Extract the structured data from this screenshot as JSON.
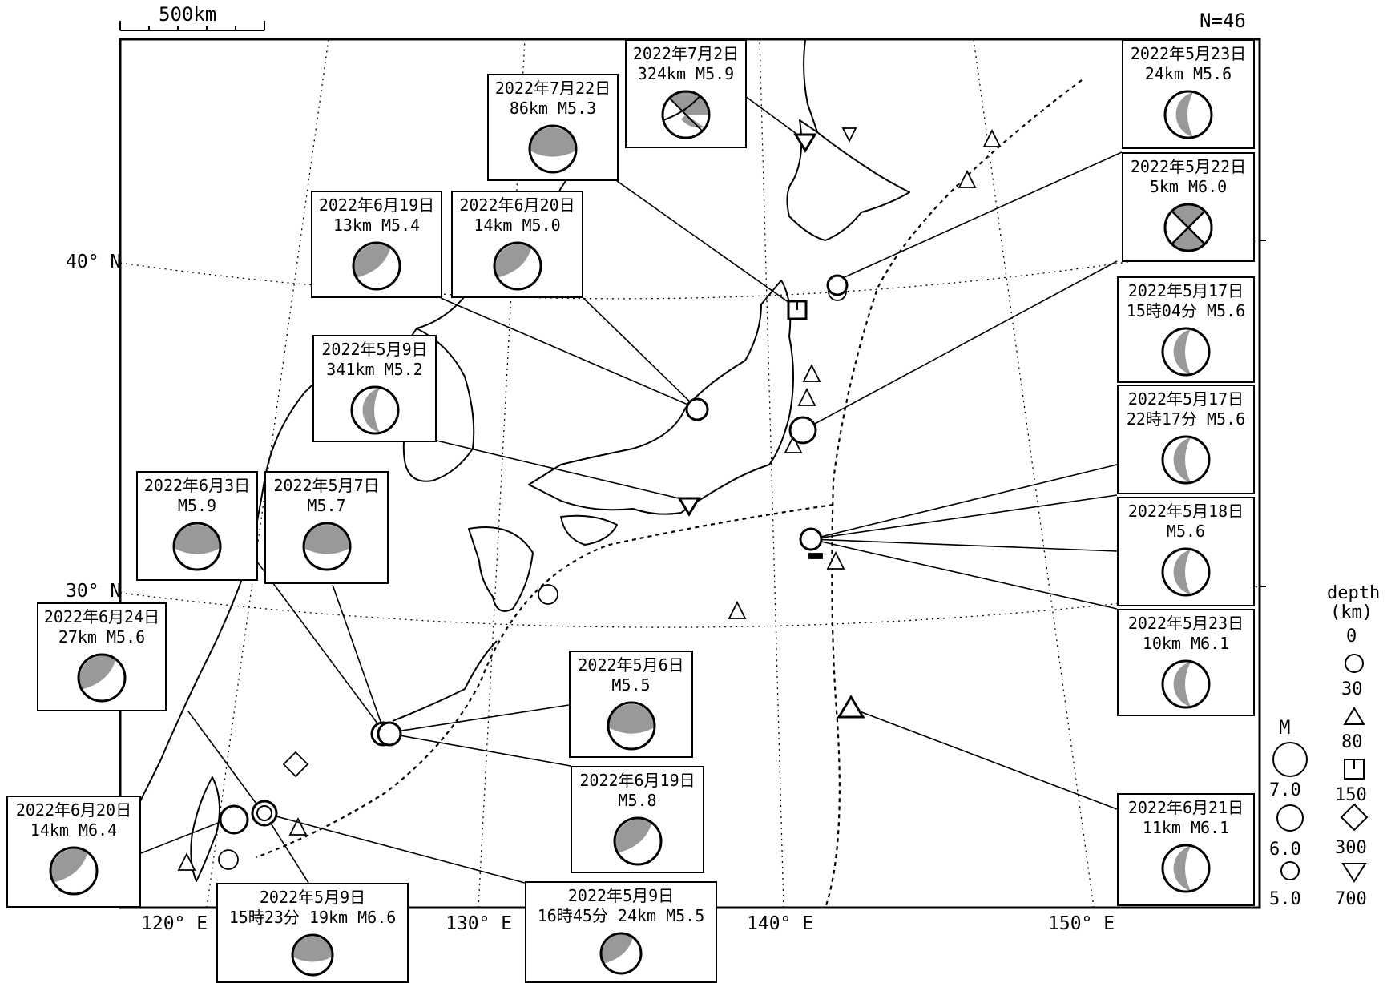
{
  "header": {
    "scale_label": "500km",
    "count_label": "N=46"
  },
  "axes": {
    "lat_labels": [
      "40° N",
      "30° N"
    ],
    "lon_labels": [
      "120° E",
      "130° E",
      "140° E",
      "150° E"
    ]
  },
  "legend": {
    "magnitude": {
      "title": "M",
      "values": [
        "7.0",
        "6.0",
        "5.0"
      ]
    },
    "depth": {
      "title_line1": "depth",
      "title_line2": "(km)",
      "values": [
        "0",
        "30",
        "80",
        "150",
        "300",
        "700"
      ]
    }
  },
  "events": [
    {
      "label": "2022年7月2日",
      "line2": "324km  M5.9"
    },
    {
      "label": "2022年7月22日",
      "line2": "86km  M5.3"
    },
    {
      "label": "2022年6月19日",
      "line2": "13km  M5.4"
    },
    {
      "label": "2022年6月20日",
      "line2": "14km  M5.0"
    },
    {
      "label": "2022年5月9日",
      "line2": "341km  M5.2"
    },
    {
      "label": "2022年6月3日",
      "line2": "M5.9"
    },
    {
      "label": "2022年5月7日",
      "line2": "M5.7"
    },
    {
      "label": "2022年6月24日",
      "line2": "27km  M5.6"
    },
    {
      "label": "2022年6月20日",
      "line2": "14km  M6.4"
    },
    {
      "label": "2022年5月9日",
      "line2": "15時23分 19km  M6.6"
    },
    {
      "label": "2022年5月9日",
      "line2": "16時45分 24km  M5.5"
    },
    {
      "label": "2022年5月6日",
      "line2": "M5.5"
    },
    {
      "label": "2022年6月19日",
      "line2": "M5.8"
    },
    {
      "label": "2022年5月23日",
      "line2": "24km  M5.6"
    },
    {
      "label": "2022年5月22日",
      "line2": "5km  M6.0"
    },
    {
      "label": "2022年5月17日",
      "line2": "15時04分 M5.6"
    },
    {
      "label": "2022年5月17日",
      "line2": "22時17分 M5.6"
    },
    {
      "label": "2022年5月18日",
      "line2": "M5.6"
    },
    {
      "label": "2022年5月23日",
      "line2": "10km  M6.1"
    },
    {
      "label": "2022年6月21日",
      "line2": "11km  M6.1"
    }
  ]
}
